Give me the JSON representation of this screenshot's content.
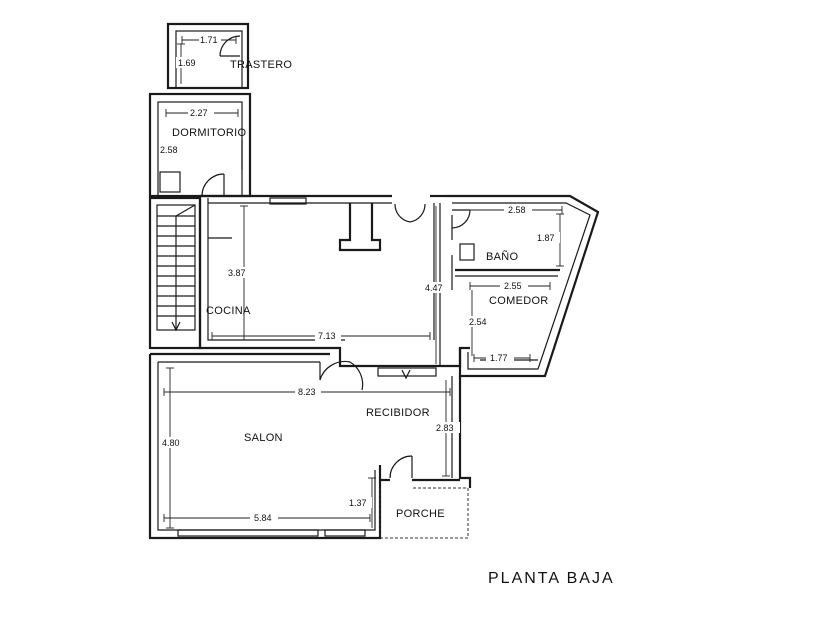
{
  "title": "PLANTA BAJA",
  "rooms": {
    "trastero": "TRASTERO",
    "dormitorio": "DORMITORIO",
    "cocina": "COCINA",
    "bano": "BAÑO",
    "comedor": "COMEDOR",
    "salon": "SALON",
    "recibidor": "RECIBIDOR",
    "porche": "PORCHE"
  },
  "dimensions": {
    "trastero_w": "1.71",
    "trastero_h": "1.69",
    "dormitorio_w": "2.27",
    "dormitorio_h": "2.58",
    "cocina_h": "3.87",
    "hall_h": "4.47",
    "bano_w": "2.58",
    "bano_h": "1.87",
    "comedor_w": "2.55",
    "comedor_h": "2.54",
    "comedor_bottom": "1.77",
    "cocina_w": "7.13",
    "salon_w": "8.23",
    "salon_h": "4.80",
    "recibidor_h": "2.83",
    "porche_h": "1.37",
    "salon_bottom": "5.84"
  }
}
